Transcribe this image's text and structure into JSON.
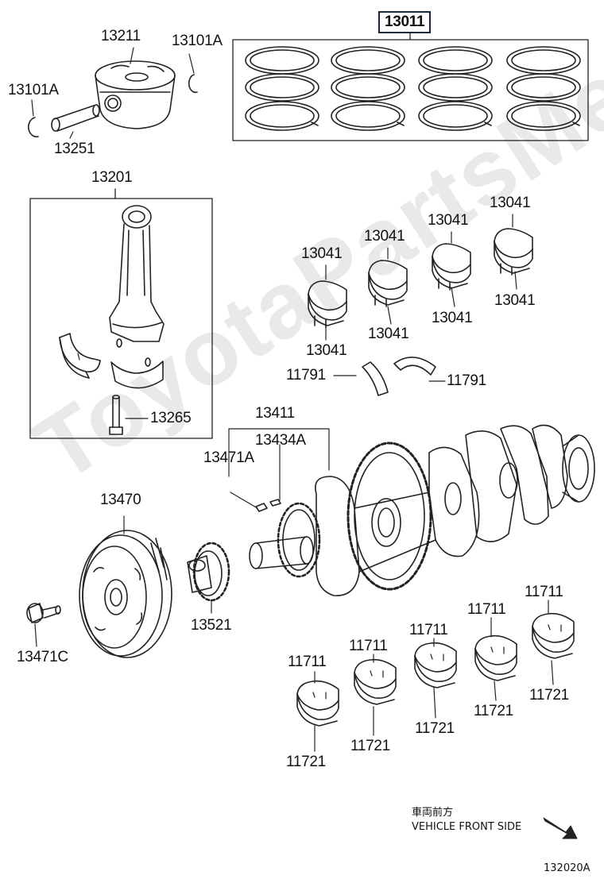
{
  "watermark": "ToyotaPartsMe.ru",
  "labels": {
    "p13011": "13011",
    "p13211": "13211",
    "p13101a_left": "13101A",
    "p13101a_right": "13101A",
    "p13251": "13251",
    "p13201": "13201",
    "p13265": "13265",
    "p13041": [
      "13041",
      "13041",
      "13041",
      "13041",
      "13041",
      "13041",
      "13041",
      "13041"
    ],
    "p11791": [
      "11791",
      "11791"
    ],
    "p13411": "13411",
    "p13434a": "13434A",
    "p13471a": "13471A",
    "p13470": "13470",
    "p13471c": "13471C",
    "p13521": "13521",
    "p11711": [
      "11711",
      "11711",
      "11711",
      "11711",
      "11711"
    ],
    "p11721": [
      "11721",
      "11721",
      "11721",
      "11721",
      "11721"
    ]
  },
  "front_note": {
    "jp": "車両前方",
    "en": "VEHICLE FRONT SIDE"
  },
  "diagram_id": "132020A"
}
